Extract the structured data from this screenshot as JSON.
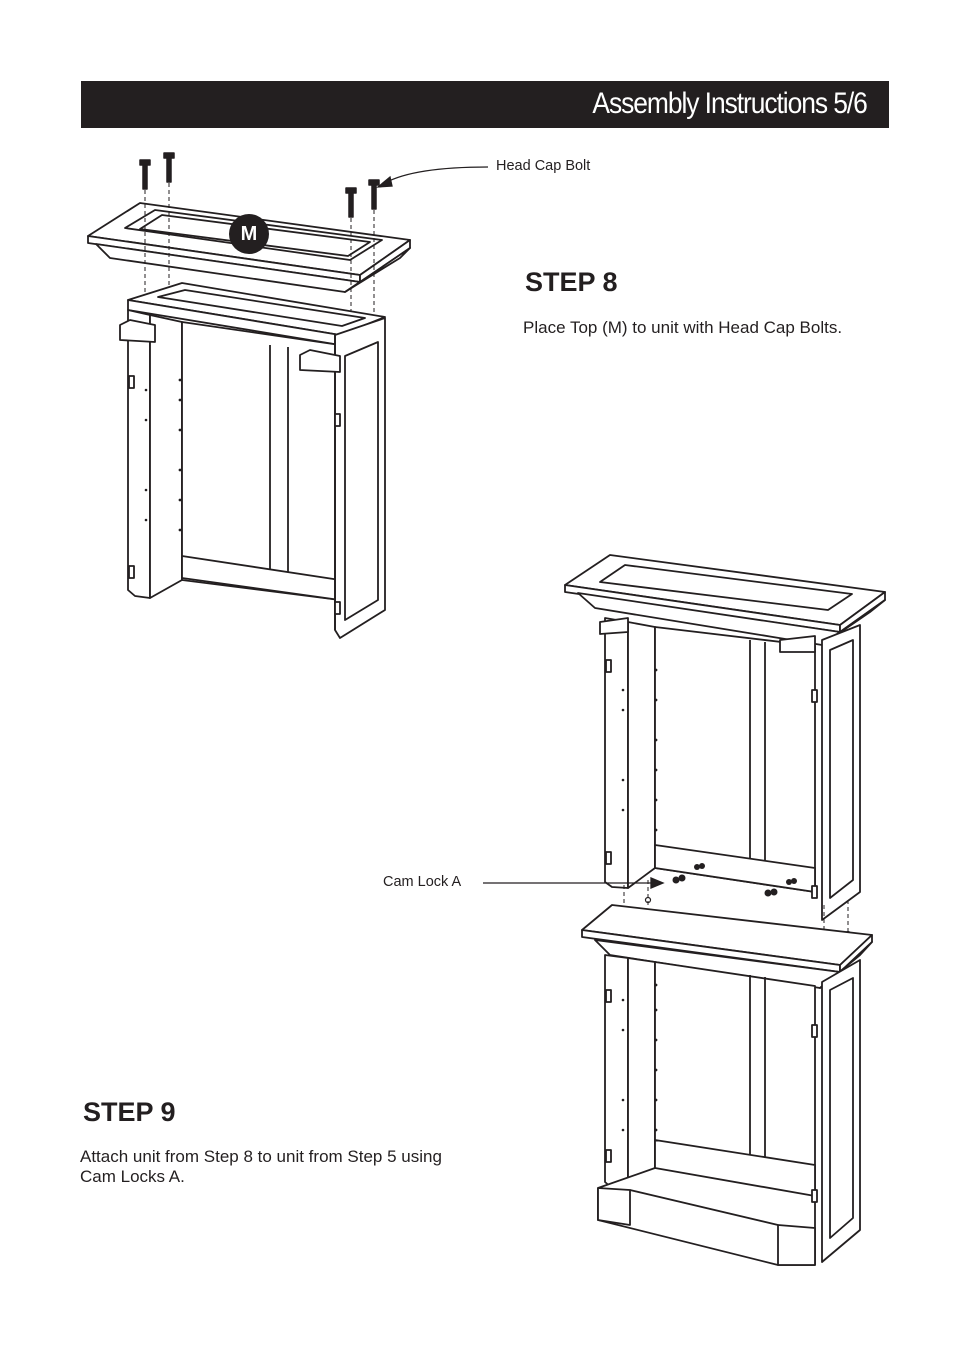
{
  "header": {
    "title": "Assembly Instructions 5/6"
  },
  "step8": {
    "title": "STEP 8",
    "text": "Place Top (M) to unit with Head Cap Bolts.",
    "part_badge": "M",
    "callout": "Head Cap Bolt"
  },
  "step9": {
    "title": "STEP 9",
    "text_line1": "Attach unit from Step 8 to unit from Step 5 using",
    "text_line2": "Cam Locks A.",
    "callout": "Cam Lock A"
  },
  "colors": {
    "ink": "#231f20",
    "paper": "#ffffff"
  }
}
